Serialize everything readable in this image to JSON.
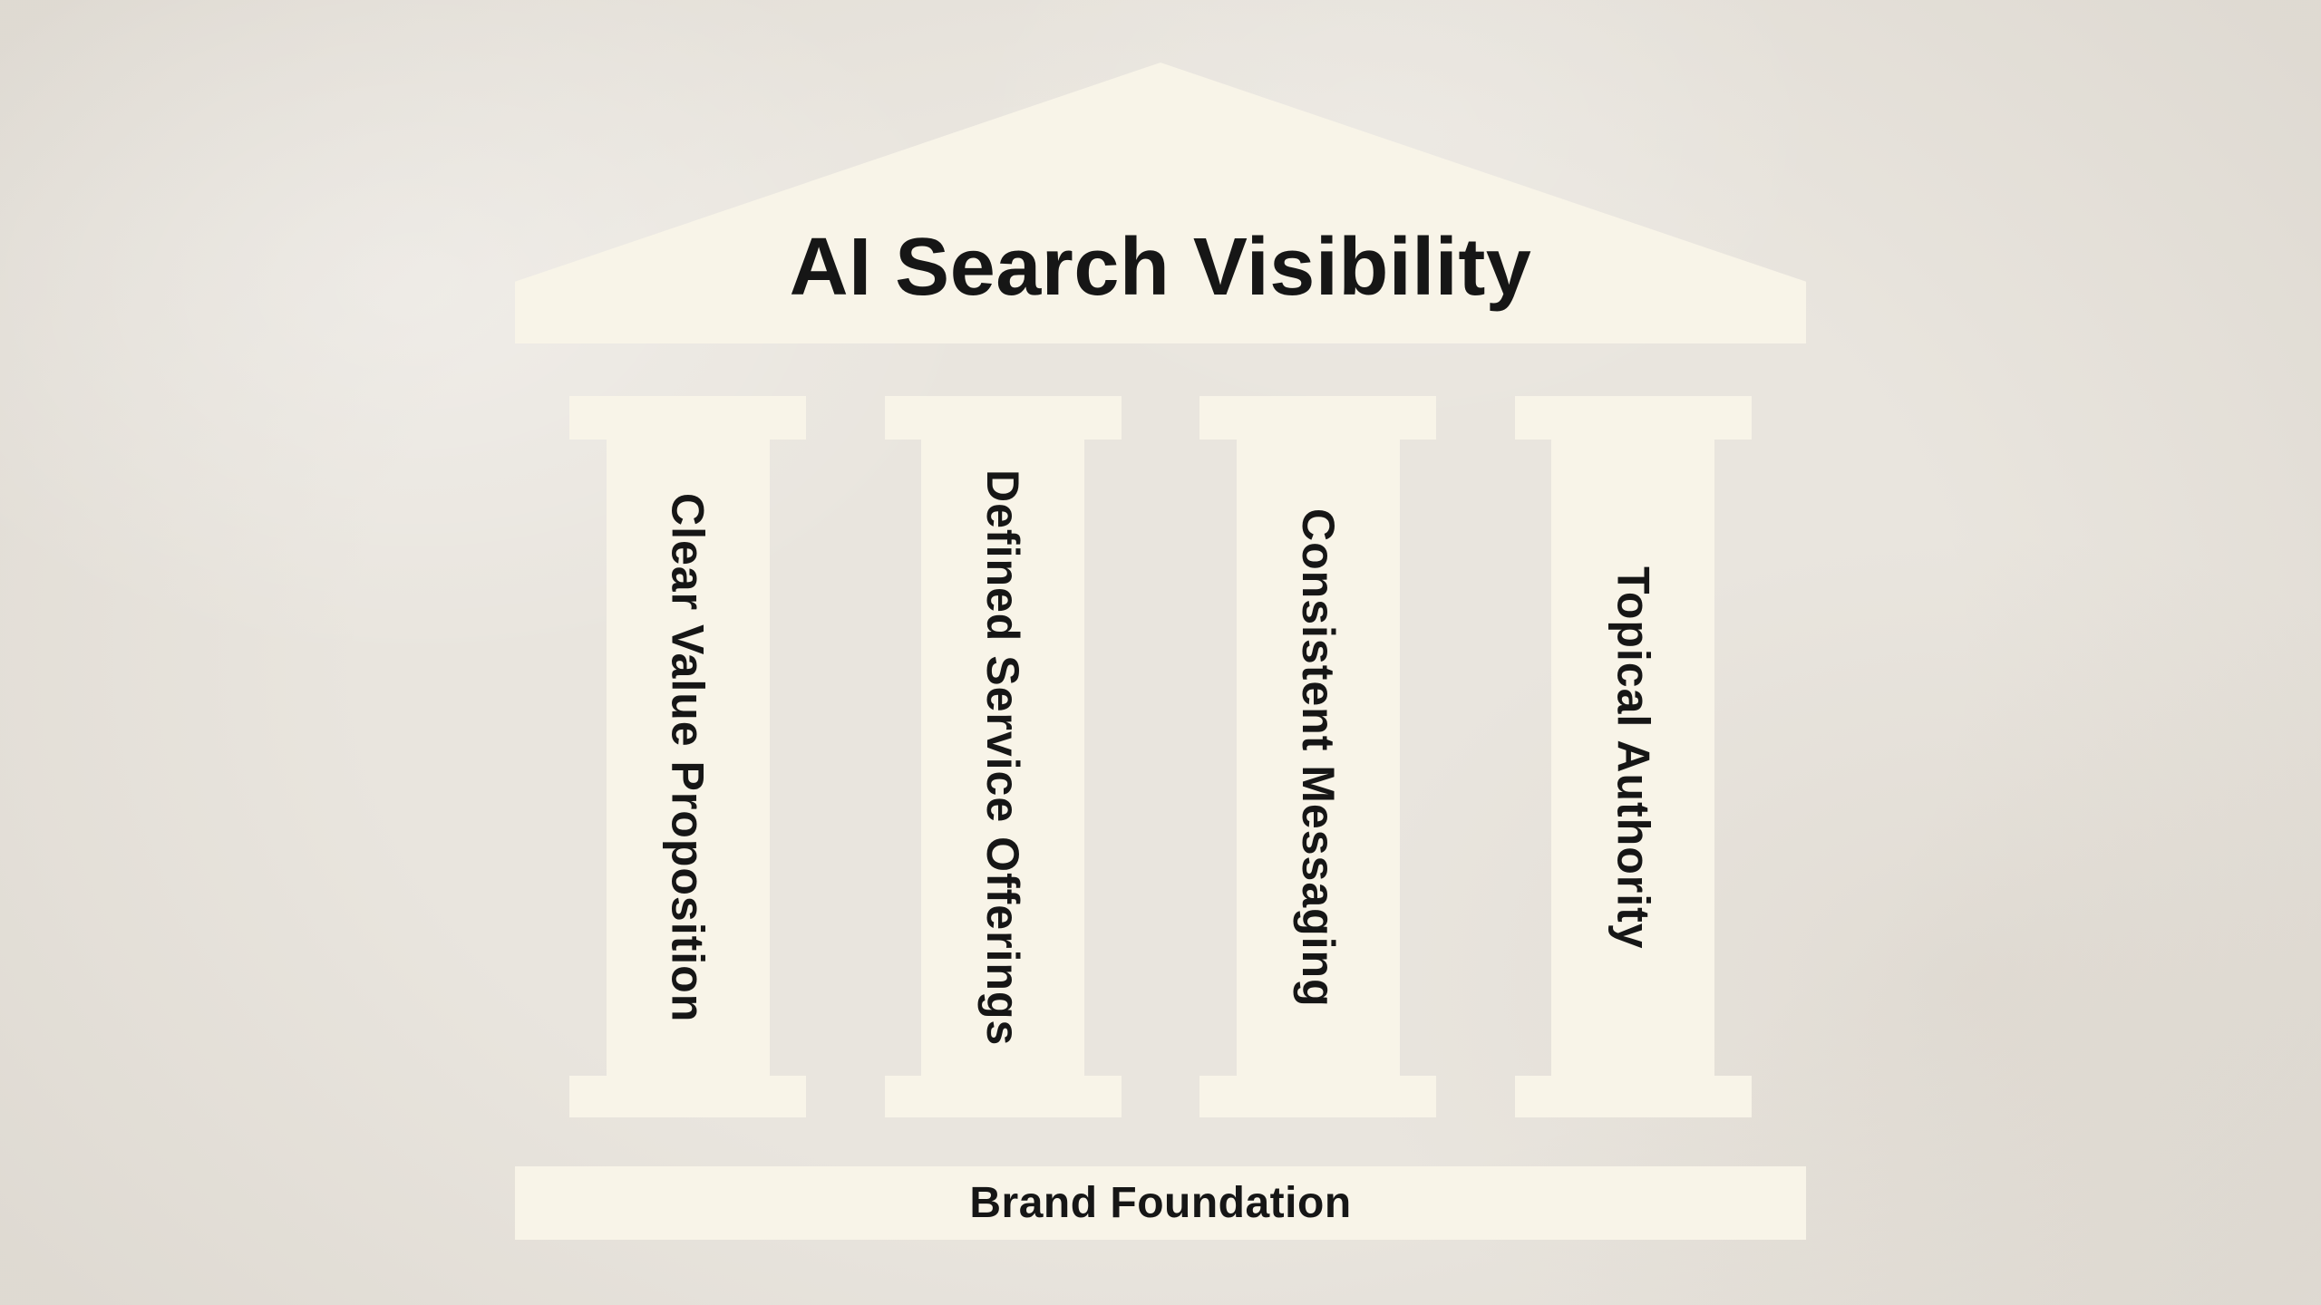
{
  "diagram": {
    "title": "AI Search Visibility",
    "pillars": [
      {
        "label": "Clear Value Proposition"
      },
      {
        "label": "Defined Service Offerings"
      },
      {
        "label": "Consistent Messaging"
      },
      {
        "label": "Topical Authority"
      }
    ],
    "foundation_label": "Brand Foundation",
    "colors": {
      "background": "#e9e5de",
      "structure": "#f8f4e8",
      "text": "#161616"
    }
  }
}
